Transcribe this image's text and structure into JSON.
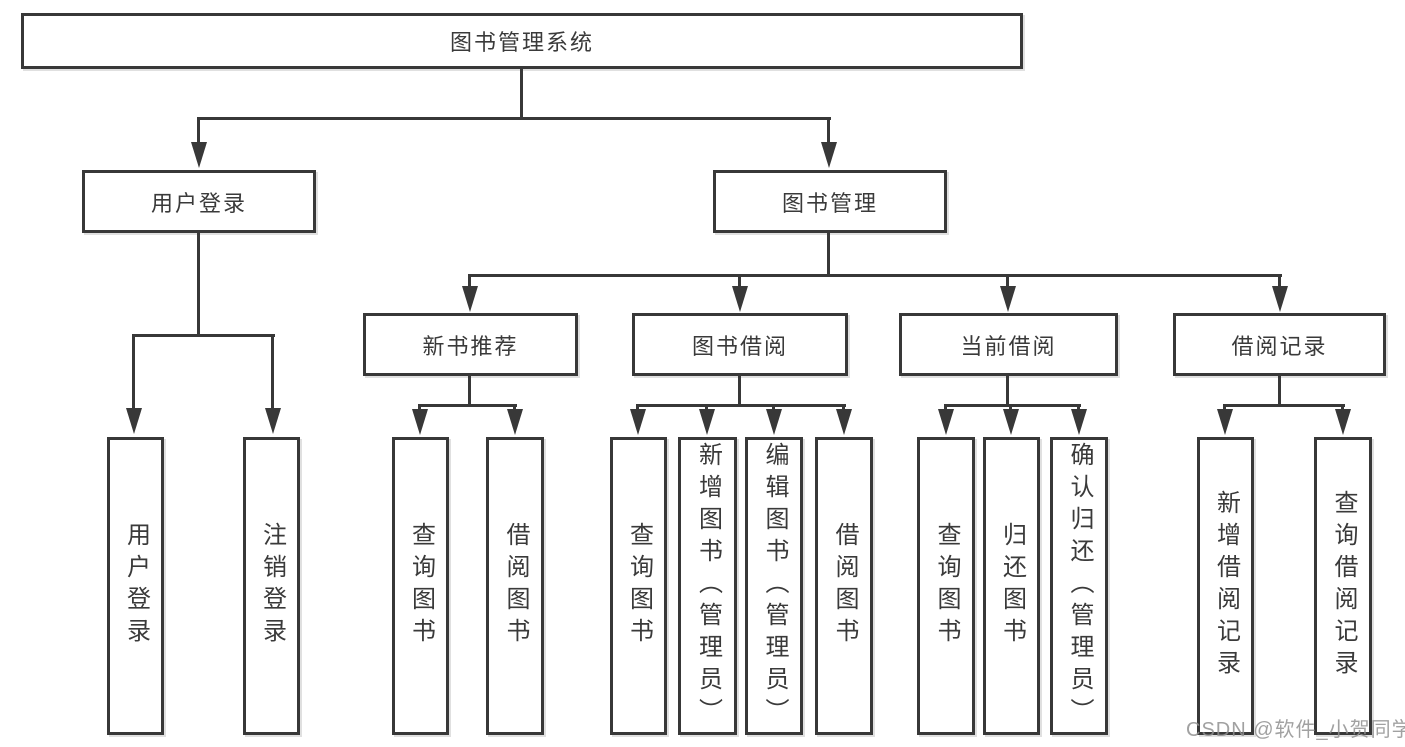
{
  "nodes": {
    "root": {
      "label": "图书管理系统"
    },
    "user_login": {
      "label": "用户登录"
    },
    "book_mgmt": {
      "label": "图书管理"
    },
    "new_book_rec": {
      "label": "新书推荐"
    },
    "book_borrow": {
      "label": "图书借阅"
    },
    "current_borrow": {
      "label": "当前借阅"
    },
    "borrow_records": {
      "label": "借阅记录"
    },
    "leaf_user_login": {
      "label": "用户登录"
    },
    "leaf_logout": {
      "label": "注销登录"
    },
    "leaf_nb_query": {
      "label": "查询图书"
    },
    "leaf_nb_borrow": {
      "label": "借阅图书"
    },
    "leaf_bb_query": {
      "label": "查询图书"
    },
    "leaf_bb_add": {
      "label": "新增图书（管理员）"
    },
    "leaf_bb_edit": {
      "label": "编辑图书（管理员）"
    },
    "leaf_bb_borrow": {
      "label": "借阅图书"
    },
    "leaf_cb_query": {
      "label": "查询图书"
    },
    "leaf_cb_return": {
      "label": "归还图书"
    },
    "leaf_cb_confirm": {
      "label": "确认归还（管理员）"
    },
    "leaf_br_add": {
      "label": "新增借阅记录"
    },
    "leaf_br_query": {
      "label": "查询借阅记录"
    }
  },
  "watermark": "CSDN @软件_小贺同学",
  "colors": {
    "line": "#383838",
    "text": "#3a3a3a",
    "watermark": "#919191"
  }
}
